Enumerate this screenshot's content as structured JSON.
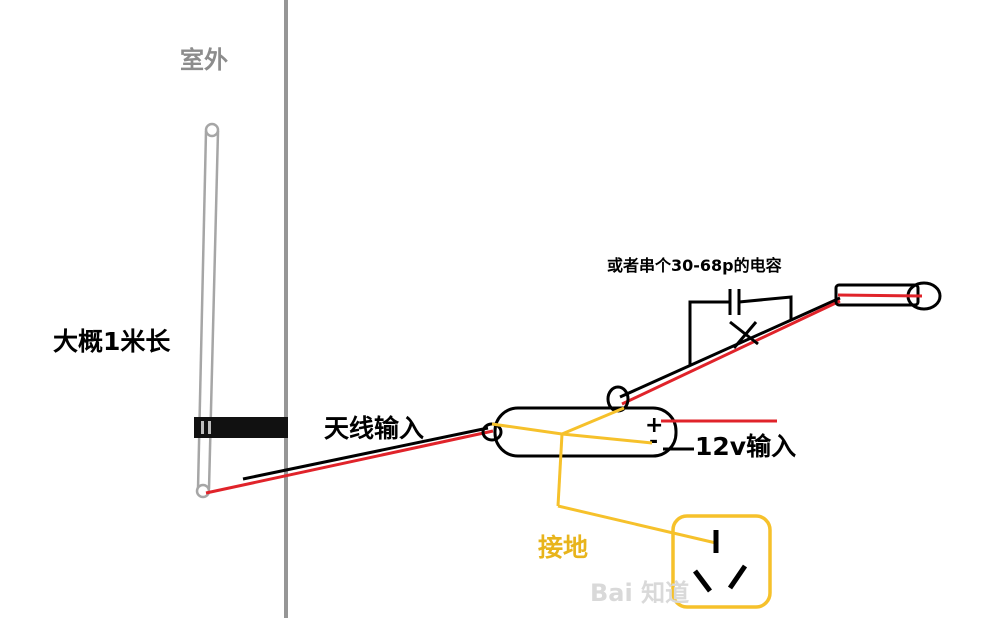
{
  "labels": {
    "outdoor": "室外",
    "antenna_length": "大概1米长",
    "antenna_input": "天线输入",
    "capacitor_note": "或者串个30-68p的电容",
    "power_input": "12v输入",
    "ground": "接地",
    "plus": "+",
    "minus": "-",
    "watermark": "Bai 知道"
  },
  "colors": {
    "wall": "#969696",
    "antenna": "#a6a6a6",
    "wire_red": "#e0232a",
    "wire_black": "#000000",
    "ground_yellow": "#f6c12b",
    "outdoor_text": "#8c8c8c",
    "ground_text": "#e8b41c",
    "text": "#000000",
    "watermark": "#d9d9d9"
  }
}
